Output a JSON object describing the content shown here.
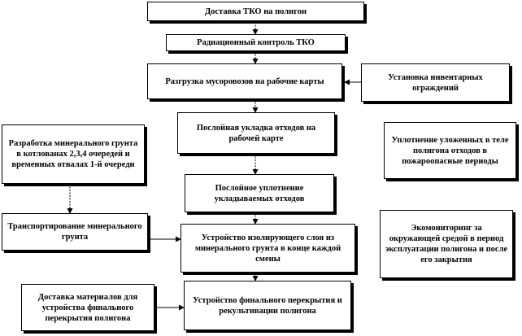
{
  "boxes": {
    "delivery": "Доставка ТКО на полигон",
    "radiation_control": "Радиационный контроль ТКО",
    "unloading": "Разгрузка мусоровозов на рабочие карты",
    "fence_install": "Установка инвентарных ограждений",
    "layering": "Послойная укладка отходов на рабочей карте",
    "soil_development": "Разработка минерального грунта в котлованах 2,3,4 очередей и временных отвалах 1-й очереди",
    "seasonal_compaction": "Уплотнение уложенных в теле полигона отходов в пожароопасные периоды",
    "layer_compaction": "Послойное уплотнение укладываемых отходов",
    "soil_transport": "Транспортирование минерального грунта",
    "insulating_layer": "Устройство изолирующего слоя из минерального грунта в конце каждой смены",
    "ecomonitoring": "Экомониторинг за окружающей средой в период эксплуатации полигона и после его закрытия",
    "materials_delivery": "Доставка материалов для устройства финального перекрытия полигона",
    "final_cover": "Устройство финального перекрытия и рекультивации полигона"
  }
}
